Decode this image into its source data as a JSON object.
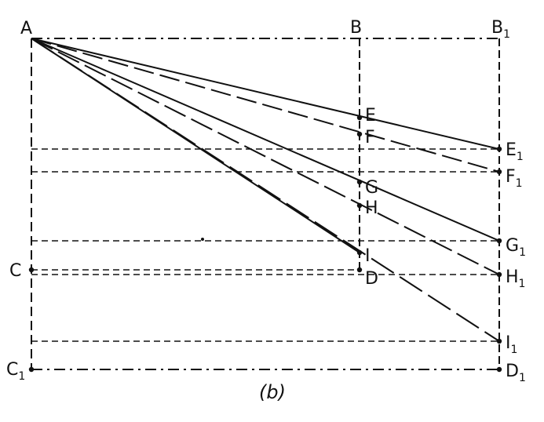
{
  "figure": {
    "caption": "(b)",
    "points": [
      {
        "id": "A",
        "label": "A",
        "sub": ""
      },
      {
        "id": "B",
        "label": "B",
        "sub": ""
      },
      {
        "id": "B1",
        "label": "B",
        "sub": "1"
      },
      {
        "id": "C",
        "label": "C",
        "sub": ""
      },
      {
        "id": "D",
        "label": "D",
        "sub": ""
      },
      {
        "id": "C1",
        "label": "C",
        "sub": "1"
      },
      {
        "id": "D1",
        "label": "D",
        "sub": "1"
      },
      {
        "id": "E",
        "label": "E",
        "sub": ""
      },
      {
        "id": "F",
        "label": "F",
        "sub": ""
      },
      {
        "id": "G",
        "label": "G",
        "sub": ""
      },
      {
        "id": "H",
        "label": "H",
        "sub": ""
      },
      {
        "id": "I",
        "label": "I",
        "sub": ""
      },
      {
        "id": "E1",
        "label": "E",
        "sub": "1"
      },
      {
        "id": "F1",
        "label": "F",
        "sub": "1"
      },
      {
        "id": "G1",
        "label": "G",
        "sub": "1"
      },
      {
        "id": "H1",
        "label": "H",
        "sub": "1"
      },
      {
        "id": "I1",
        "label": "I",
        "sub": "1"
      }
    ]
  }
}
